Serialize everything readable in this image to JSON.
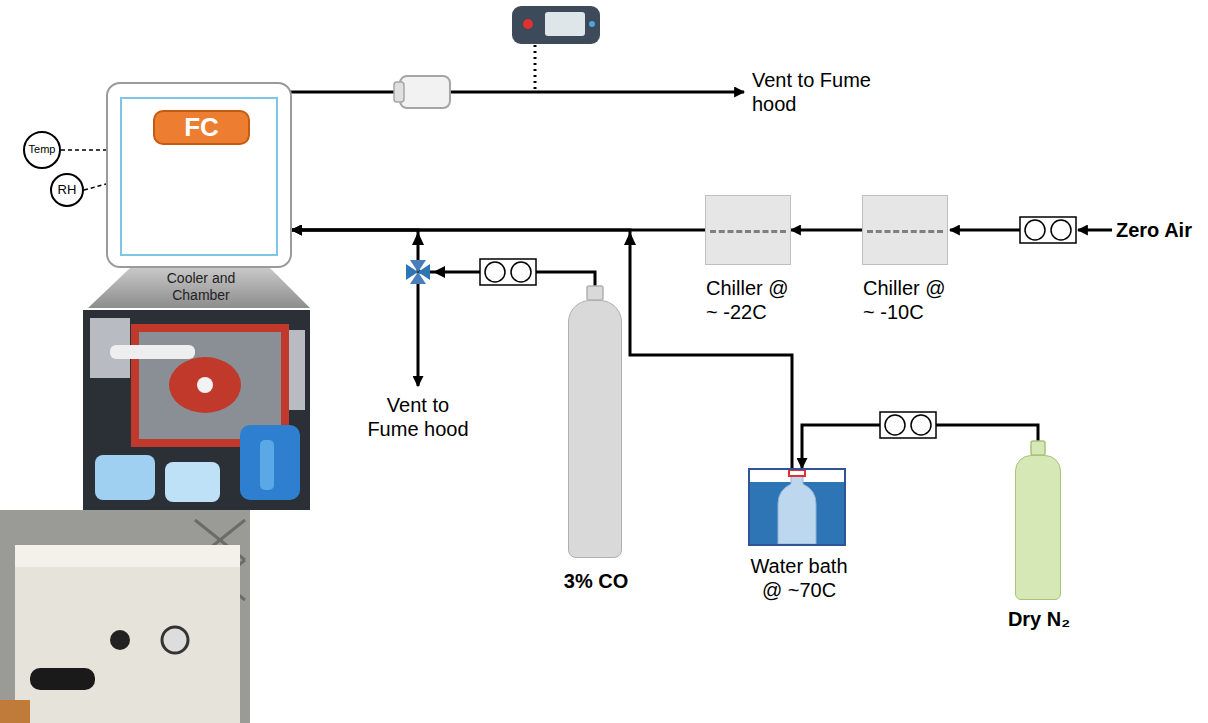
{
  "diagram": {
    "nodes": [
      {
        "text": [
          "Cooler and Chamber"
        ]
      },
      {
        "text": [
          "FC"
        ],
        "in": 0
      },
      {
        "text": [
          "Temp"
        ]
      },
      {
        "text": [
          "RH"
        ]
      },
      {
        "text": [
          "Chiller @ ~ -22C"
        ]
      },
      {
        "text": [
          "Chiller @ ~ -10C"
        ]
      },
      {
        "text": [
          "3% CO"
        ]
      },
      {
        "text": [
          "Water bath @ ~70C"
        ]
      },
      {
        "text": [
          "Dry N₂"
        ]
      }
    ],
    "edges": [
      {
        "from": 2,
        "to": 0,
        "arrow": "none"
      },
      {
        "from": 3,
        "to": 0,
        "arrow": "none"
      },
      {
        "from": 5,
        "to": 4,
        "arrow": "to"
      },
      {
        "from": 4,
        "to": 0,
        "arrow": "to"
      },
      {
        "from": 6,
        "to": 0,
        "arrow": "to"
      },
      {
        "from": 7,
        "to": 0,
        "arrow": "to"
      },
      {
        "from": 8,
        "to": 7,
        "arrow": "to"
      }
    ],
    "labels": [
      "Vent to Fume hood",
      "Zero Air",
      "Vent to Fume hood"
    ]
  }
}
